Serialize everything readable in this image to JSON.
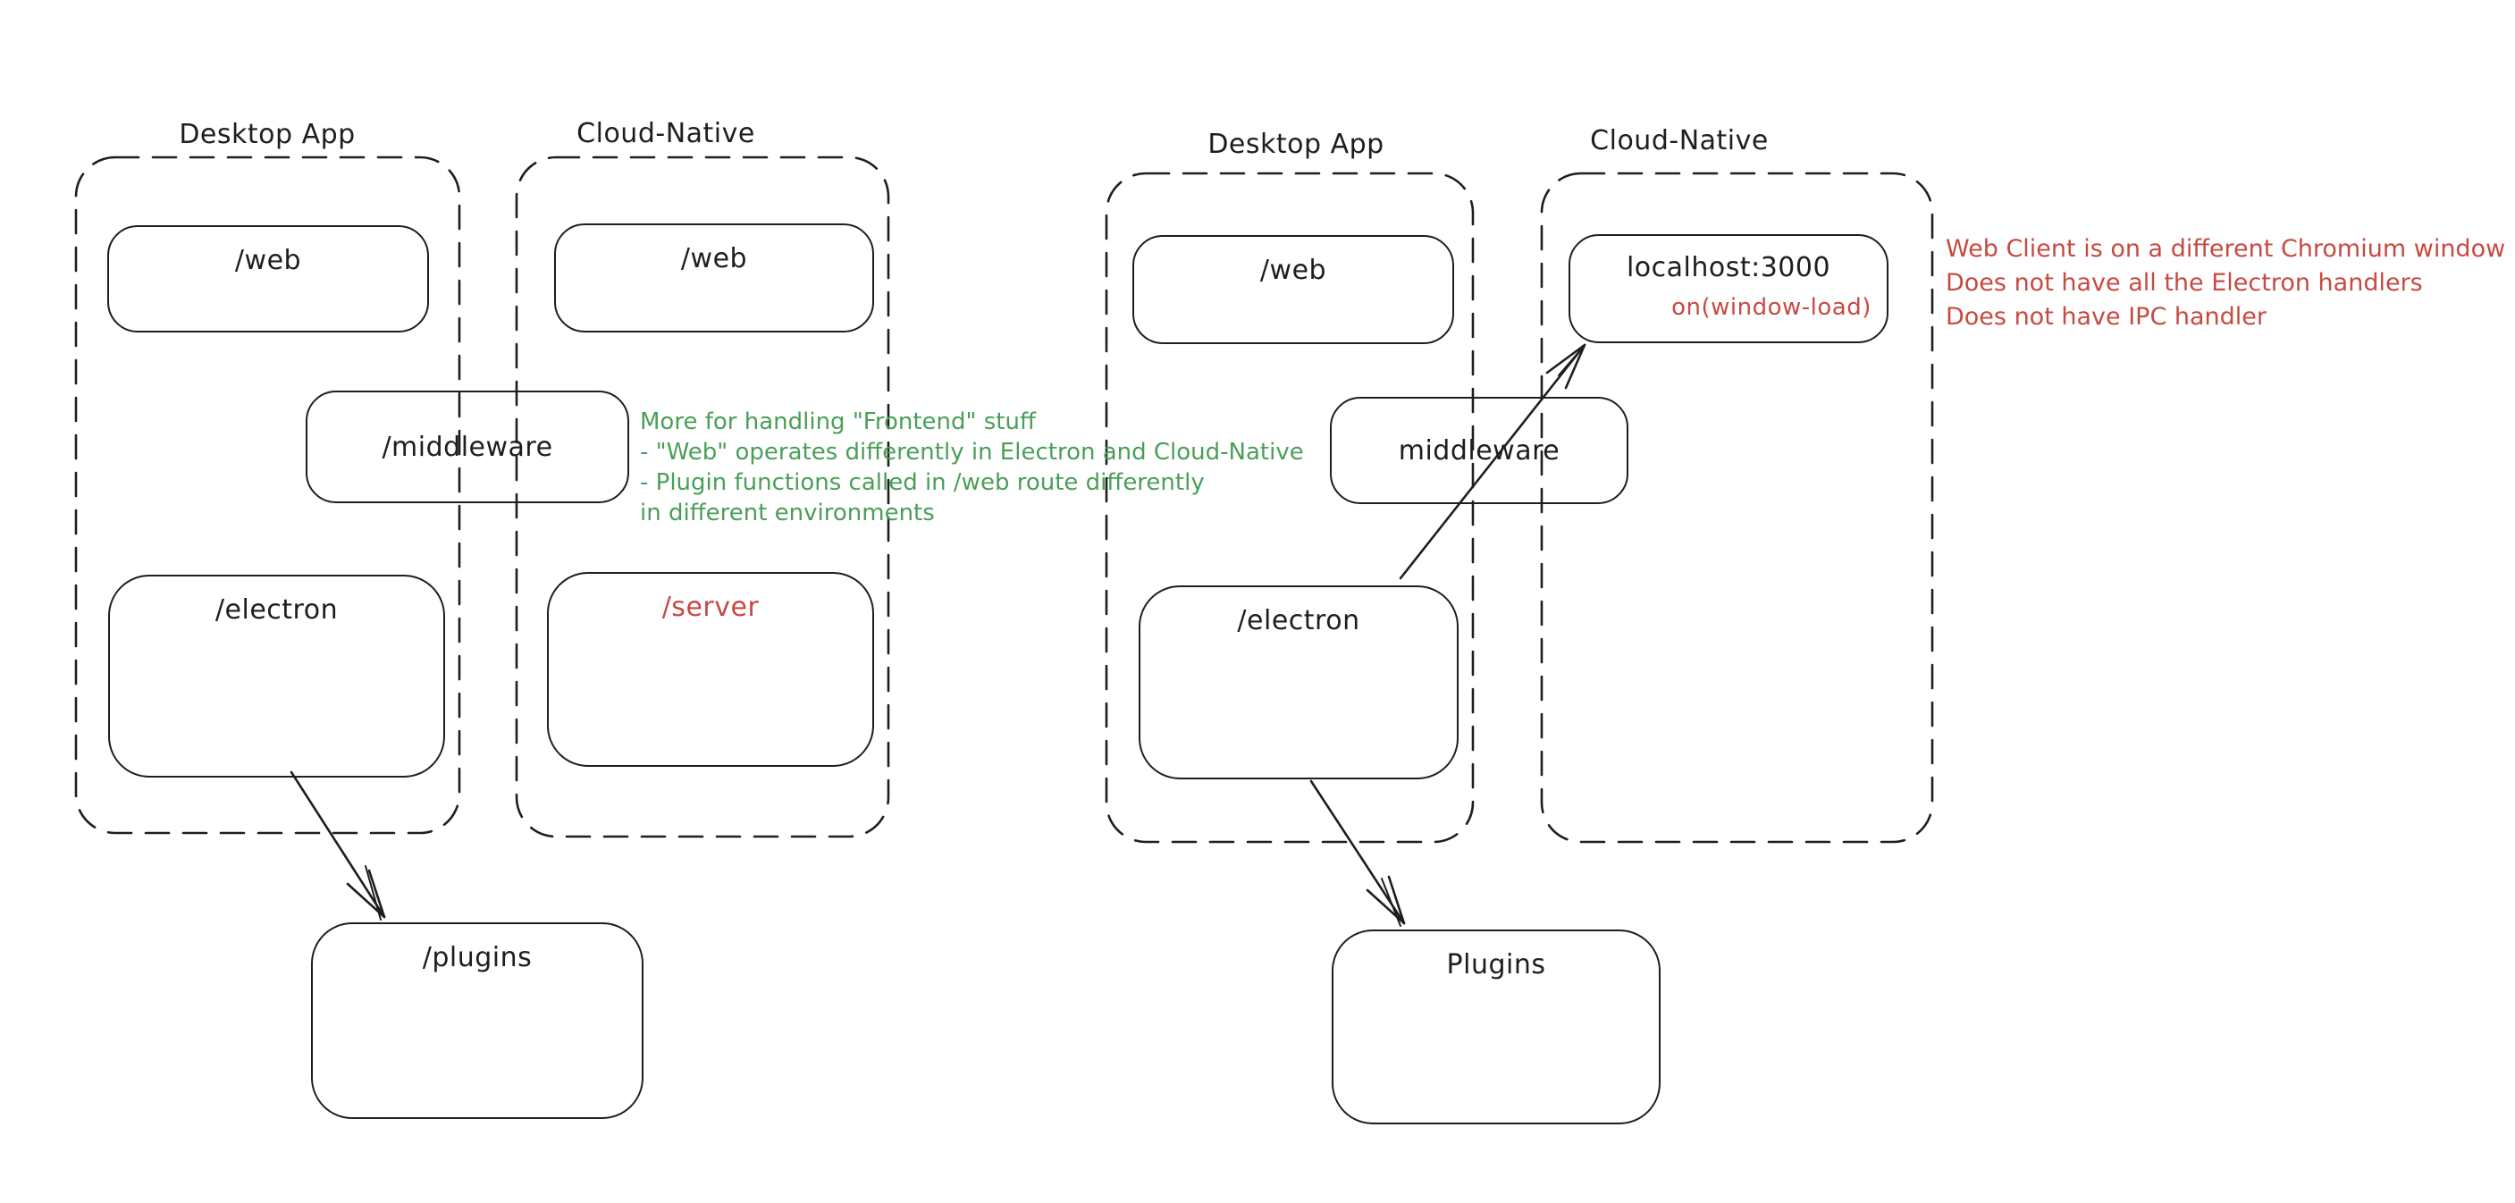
{
  "colors": {
    "stroke": "#1e1e1e",
    "green": "#4a9f58",
    "red": "#c64a42",
    "background": "#ffffff"
  },
  "diagrams": [
    {
      "name": "left-architecture",
      "groups": [
        {
          "label": "Desktop App"
        },
        {
          "label": "Cloud-Native"
        }
      ],
      "nodes": [
        {
          "id": "web-desktop",
          "label": "/web"
        },
        {
          "id": "web-cloud",
          "label": "/web"
        },
        {
          "id": "middleware",
          "label": "/middleware"
        },
        {
          "id": "electron",
          "label": "/electron"
        },
        {
          "id": "server",
          "label": "/server",
          "label_color": "red"
        },
        {
          "id": "plugins",
          "label": "/plugins"
        }
      ],
      "edges": [
        {
          "from": "/electron",
          "to": "/plugins"
        }
      ]
    },
    {
      "name": "right-architecture",
      "groups": [
        {
          "label": "Desktop App"
        },
        {
          "label": "Cloud-Native"
        }
      ],
      "nodes": [
        {
          "id": "web-desktop",
          "label": "/web"
        },
        {
          "id": "localhost",
          "label": "localhost:3000",
          "sublabel": "on(window-load)",
          "sublabel_color": "red"
        },
        {
          "id": "middleware",
          "label": "middleware"
        },
        {
          "id": "electron",
          "label": "/electron"
        },
        {
          "id": "plugins",
          "label": "Plugins"
        }
      ],
      "edges": [
        {
          "from": "/electron",
          "to": "Plugins"
        },
        {
          "from": "/electron",
          "to": "localhost:3000"
        }
      ]
    }
  ],
  "annotations": [
    {
      "id": "middleware-note",
      "color": "green",
      "lines": [
        "More for handling \"Frontend\" stuff",
        "- \"Web\" operates differently in Electron and Cloud-Native",
        "- Plugin functions called in /web route differently",
        "in different environments"
      ]
    },
    {
      "id": "web-client-note",
      "color": "red",
      "lines": [
        "Web Client is on a different Chromium window",
        "Does not have all the Electron handlers",
        "Does not have IPC handler"
      ]
    }
  ]
}
